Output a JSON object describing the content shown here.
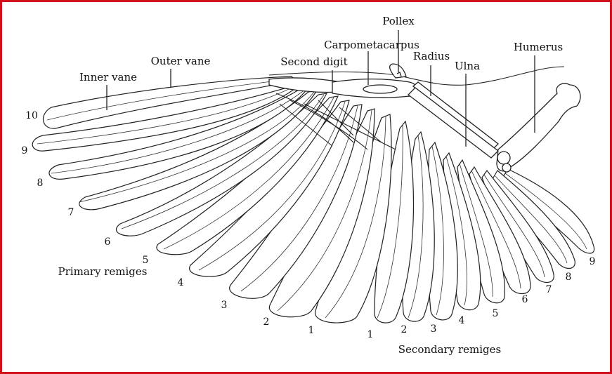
{
  "labels": {
    "pollex": "Pollex",
    "carpometacarpus": "Carpometacarpus",
    "second_digit": "Second digit",
    "radius": "Radius",
    "ulna": "Ulna",
    "humerus": "Humerus",
    "outer_vane": "Outer vane",
    "inner_vane": "Inner vane",
    "primary_remiges": "Primary remiges",
    "secondary_remiges": "Secondary remiges"
  },
  "primary_numbers": [
    "10",
    "9",
    "8",
    "7",
    "6",
    "5",
    "4",
    "3",
    "2",
    "1"
  ],
  "secondary_numbers": [
    "1",
    "2",
    "3",
    "4",
    "5",
    "6",
    "7",
    "8",
    "9"
  ],
  "colors": {
    "frame": "#d0101a",
    "ink": "#222222"
  }
}
